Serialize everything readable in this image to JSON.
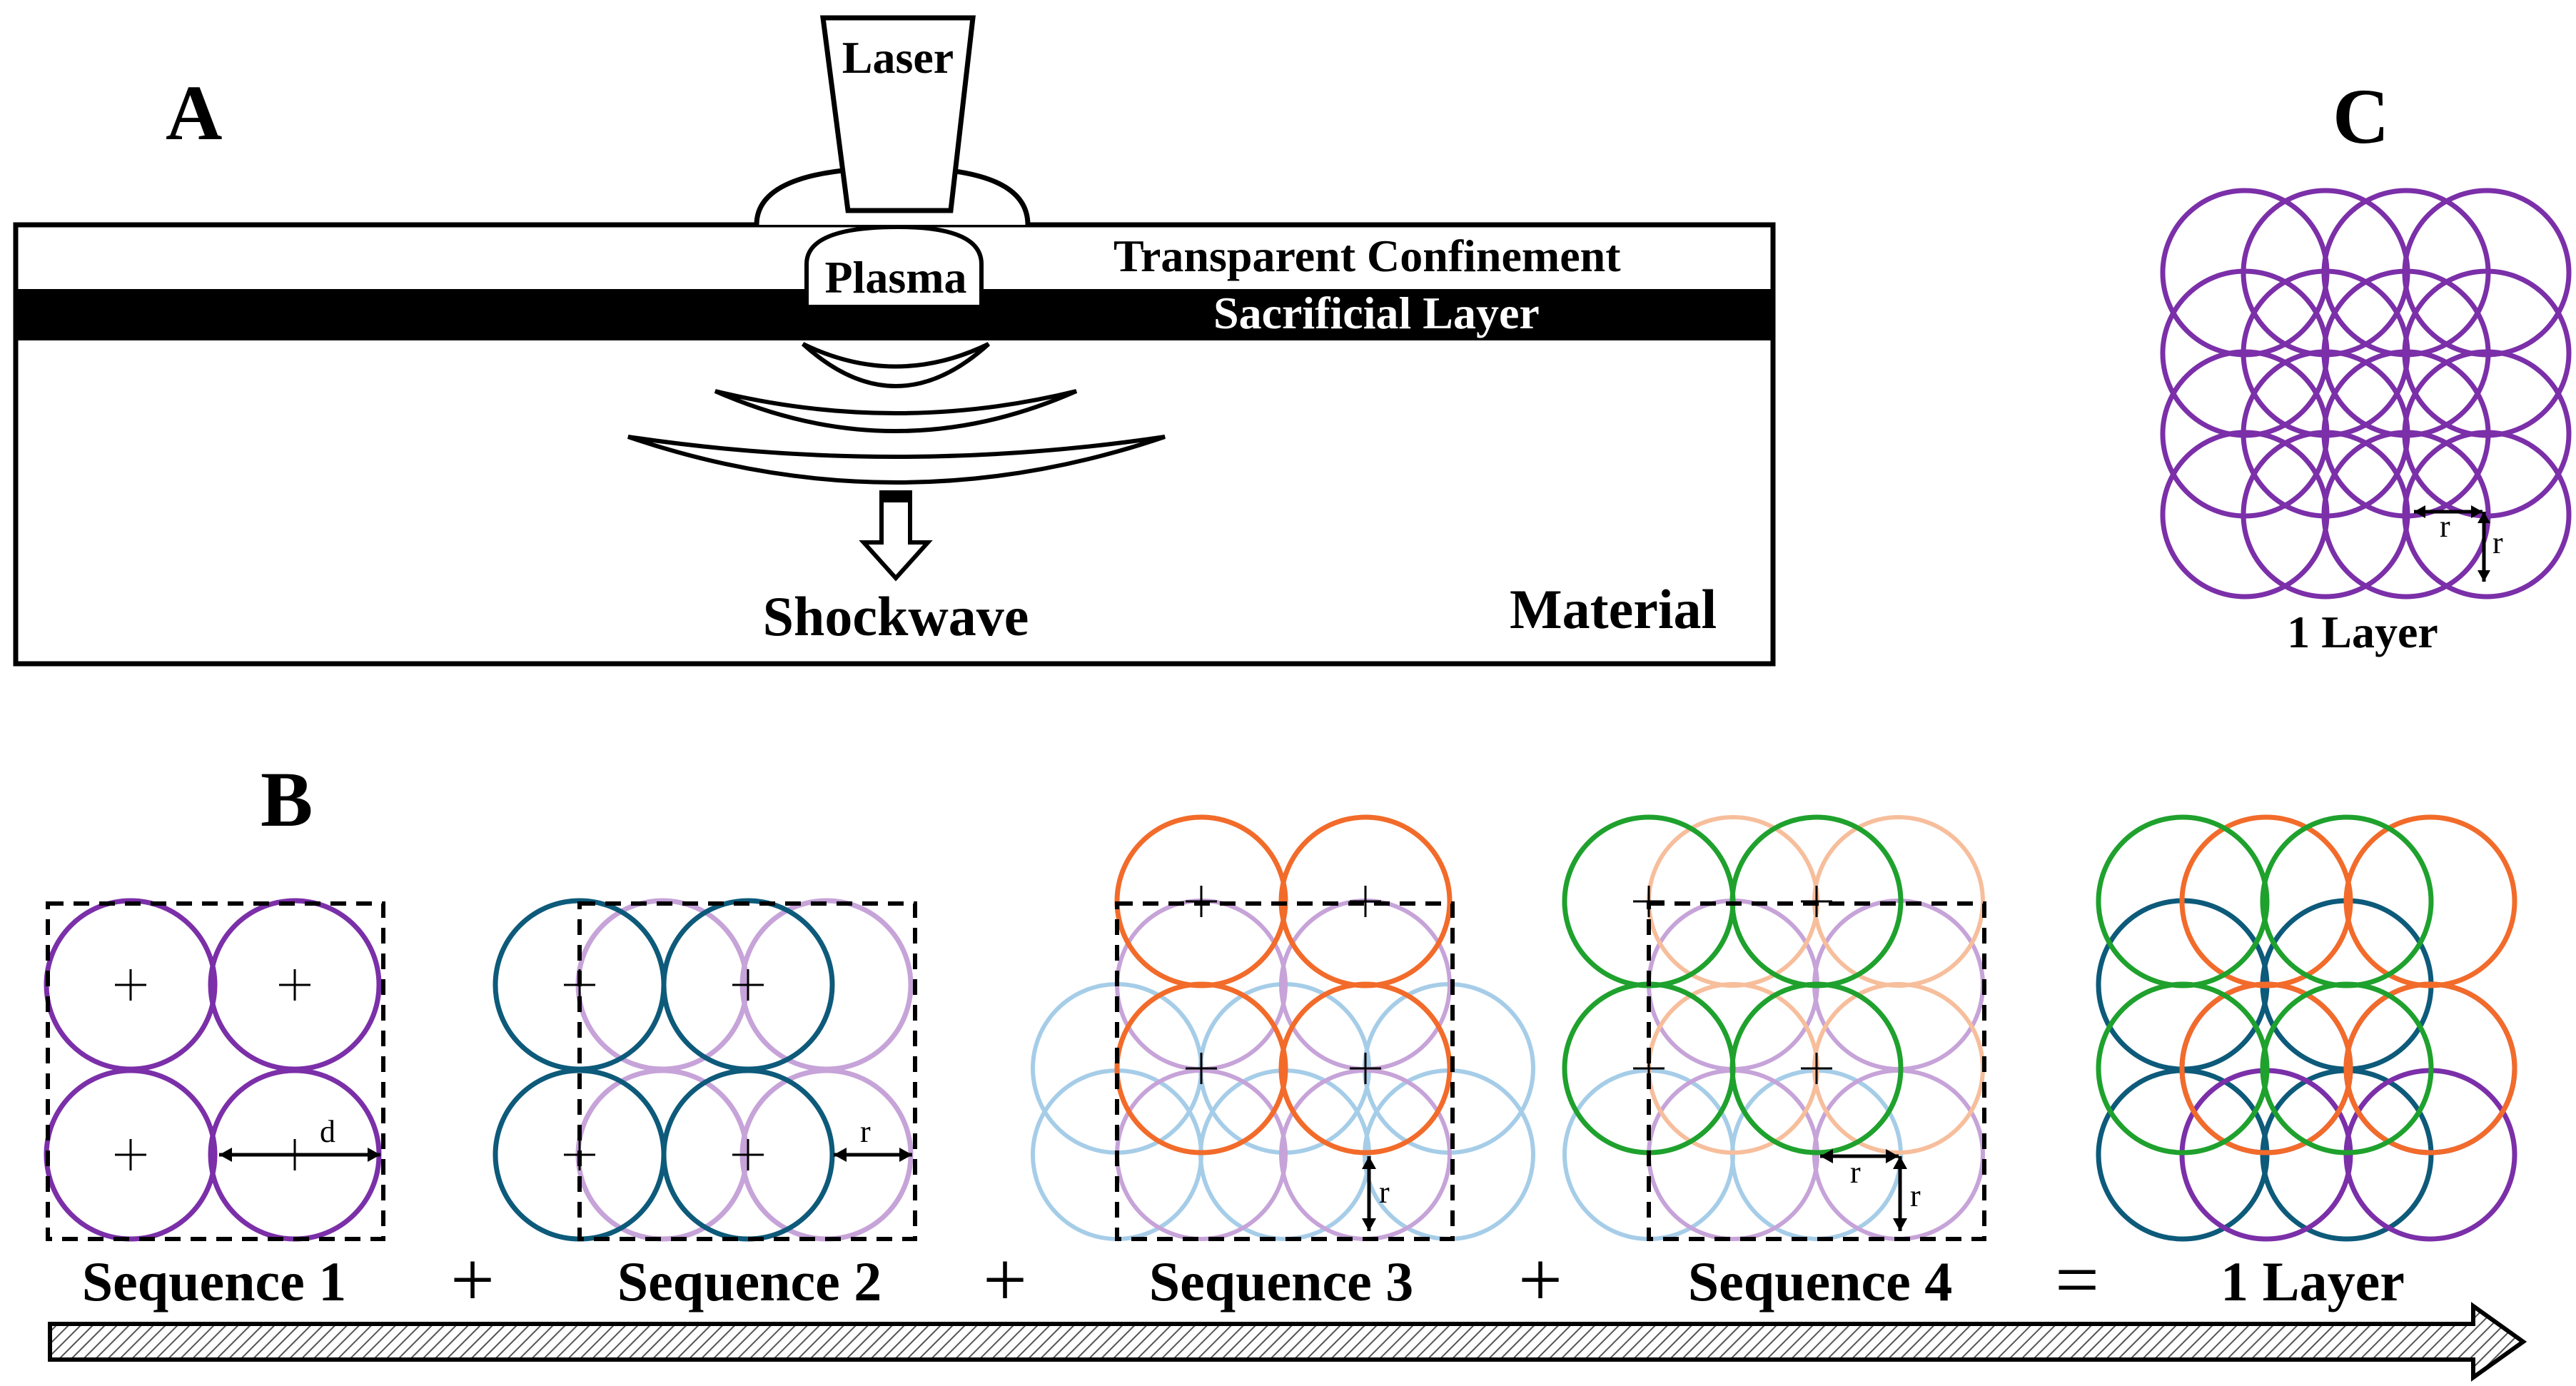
{
  "panels": {
    "a": {
      "letter": "A",
      "laser_label": "Laser",
      "plasma_label": "Plasma",
      "confinement_label": "Transparent Confinement",
      "sacrificial_label": "Sacrificial Layer",
      "shockwave_label": "Shockwave",
      "material_label": "Material"
    },
    "b": {
      "letter": "B",
      "sequences": [
        "Sequence 1",
        "Sequence 2",
        "Sequence 3",
        "Sequence 4"
      ],
      "result_label": "1 Layer",
      "operators": [
        "+",
        "+",
        "+",
        "="
      ],
      "diameter_symbol": "d",
      "radius_symbol": "r"
    },
    "c": {
      "letter": "C",
      "layer_label": "1 Layer",
      "radius_symbol": "r"
    }
  },
  "colors": {
    "sequence1": "#7B2FA8",
    "sequence2": "#0D5A7A",
    "sequence3": "#F26B2A",
    "sequence4": "#1FA12D",
    "faded_blue": "#A6CDE8",
    "faded_purple": "#C6A3D8",
    "faded_orange": "#F7BE9C"
  }
}
